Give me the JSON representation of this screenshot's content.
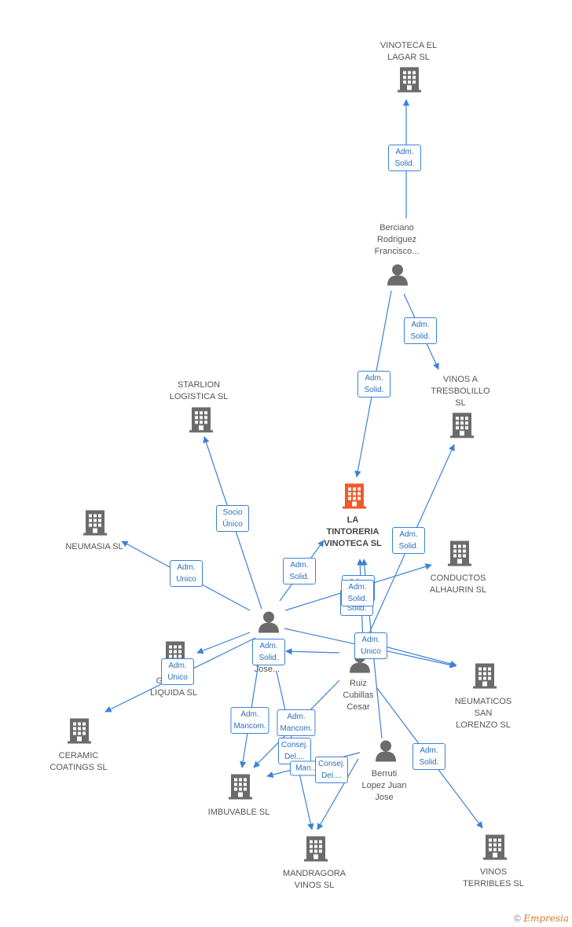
{
  "colors": {
    "edge": "#3b82d8",
    "company": "#6b6b6b",
    "center_company": "#f05a28",
    "person": "#6b6b6b"
  },
  "nodes": [
    {
      "id": "center",
      "type": "company",
      "highlight": true,
      "label": "LA\nTINTORERIA\nVINOTECA SL",
      "icon": "building-icon"
    },
    {
      "id": "vinoteca_lagar",
      "type": "company",
      "label": "VINOTECA EL\nLAGAR  SL",
      "icon": "building-icon"
    },
    {
      "id": "berciano",
      "type": "person",
      "label": "Berciano\nRodriguez\nFrancisco...",
      "icon": "person-icon"
    },
    {
      "id": "vinos_tresbolillo",
      "type": "company",
      "label": "VINOS A\nTRESBOLILLO\nSL",
      "icon": "building-icon"
    },
    {
      "id": "starlion",
      "type": "company",
      "label": "STARLION\nLOGISTICA  SL",
      "icon": "building-icon"
    },
    {
      "id": "neumasia",
      "type": "company",
      "label": "NEUMASIA  SL",
      "icon": "building-icon"
    },
    {
      "id": "conductos",
      "type": "company",
      "label": "CONDUCTOS\nALHAURIN SL",
      "icon": "building-icon"
    },
    {
      "id": "jose",
      "type": "person",
      "label": "J...\nJ...\nJose...",
      "icon": "person-icon"
    },
    {
      "id": "ruiz",
      "type": "person",
      "label": "Ruiz\nCubillas\nCesar",
      "icon": "person-icon"
    },
    {
      "id": "geometria",
      "type": "company",
      "label": "GE...  ...A\nLIQUIDA SL",
      "icon": "building-icon"
    },
    {
      "id": "neumaticos",
      "type": "company",
      "label": "NEUMATICOS\nSAN\nLORENZO  SL",
      "icon": "building-icon"
    },
    {
      "id": "ceramic",
      "type": "company",
      "label": "CERAMIC\nCOATINGS SL",
      "icon": "building-icon"
    },
    {
      "id": "berruti",
      "type": "person",
      "label": "Berruti\nLopez Juan\nJose",
      "icon": "person-icon"
    },
    {
      "id": "imbuvable",
      "type": "company",
      "label": "IMBUVABLE SL",
      "icon": "building-icon"
    },
    {
      "id": "mandragora",
      "type": "company",
      "label": "MANDRAGORA\nVINOS SL",
      "icon": "building-icon"
    },
    {
      "id": "vinos_terribles",
      "type": "company",
      "label": "VINOS\nTERRIBLES SL",
      "icon": "building-icon"
    }
  ],
  "edges": [
    {
      "from": "berciano",
      "to": "vinoteca_lagar",
      "label": "Adm.\nSolid."
    },
    {
      "from": "berciano",
      "to": "vinos_tresbolillo",
      "label": "Adm.\nSolid."
    },
    {
      "from": "berciano",
      "to": "center",
      "label": "Adm.\nSolid."
    },
    {
      "from": "jose",
      "to": "starlion",
      "label": "Socio\nÚnico"
    },
    {
      "from": "jose",
      "to": "neumasia",
      "label": "Adm.\nUnico"
    },
    {
      "from": "jose",
      "to": "center",
      "label": "Adm.\nSolid."
    },
    {
      "from": "jose",
      "to": "conductos",
      "label": "Adm.\nSolid."
    },
    {
      "from": "jose",
      "to": "neumaticos",
      "label": ""
    },
    {
      "from": "jose",
      "to": "geometria",
      "label": "Adm.\nSolid."
    },
    {
      "from": "jose",
      "to": "ceramic",
      "label": "Adm.\nUnico"
    },
    {
      "from": "jose",
      "to": "imbuvable",
      "label": "Adm.\nMancom."
    },
    {
      "from": "jose",
      "to": "mandragora",
      "label": "Adm.\nMancom."
    },
    {
      "from": "ruiz",
      "to": "center",
      "label": "Adm.\nSolid."
    },
    {
      "from": "ruiz",
      "to": "vinos_tresbolillo",
      "label": "Adm.\nSolid."
    },
    {
      "from": "ruiz",
      "to": "neumaticos",
      "label": "Adm.\nUnico"
    },
    {
      "from": "ruiz",
      "to": "vinos_terribles",
      "label": "Adm.\nSolid."
    },
    {
      "from": "ruiz",
      "to": "imbuvable",
      "label": "Consej.\nDel...."
    },
    {
      "from": "ruiz",
      "to": "geometria",
      "label": ""
    },
    {
      "from": "berruti",
      "to": "center",
      "label": "Adm.\nSolid."
    },
    {
      "from": "berruti",
      "to": "imbuvable",
      "label": "Man..."
    },
    {
      "from": "berruti",
      "to": "mandragora",
      "label": "Consej.\nDel...."
    }
  ],
  "footer": {
    "copyright": "©",
    "brand": "Empresia"
  }
}
